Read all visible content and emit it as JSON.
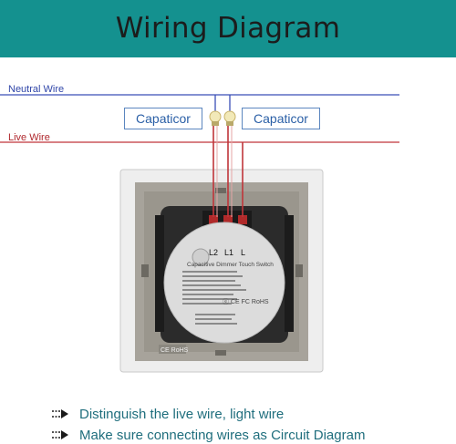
{
  "header": {
    "title": "Wiring Diagram"
  },
  "wires": {
    "neutral_label": "Neutral Wire",
    "live_label": "Live Wire",
    "neutral_color": "#2f45a8",
    "live_color": "#b0282d"
  },
  "capacitors": {
    "left_label": "Capaticor",
    "right_label": "Capaticor"
  },
  "switch": {
    "terminals": [
      "L2",
      "L1",
      "L"
    ],
    "module_title": "Capacitive Dimmer Touch Switch",
    "cert_marks": "ⓔ CE FC RoHS",
    "base_cert": "CE RoHS"
  },
  "notes": [
    {
      "icon": "double-arrow-icon",
      "text": "Distinguish the live wire, light wire"
    },
    {
      "icon": "double-arrow-icon",
      "text": "Make sure connecting wires as Circuit Diagram"
    }
  ],
  "colors": {
    "banner": "#14918f",
    "note_text": "#1f6e7d"
  }
}
